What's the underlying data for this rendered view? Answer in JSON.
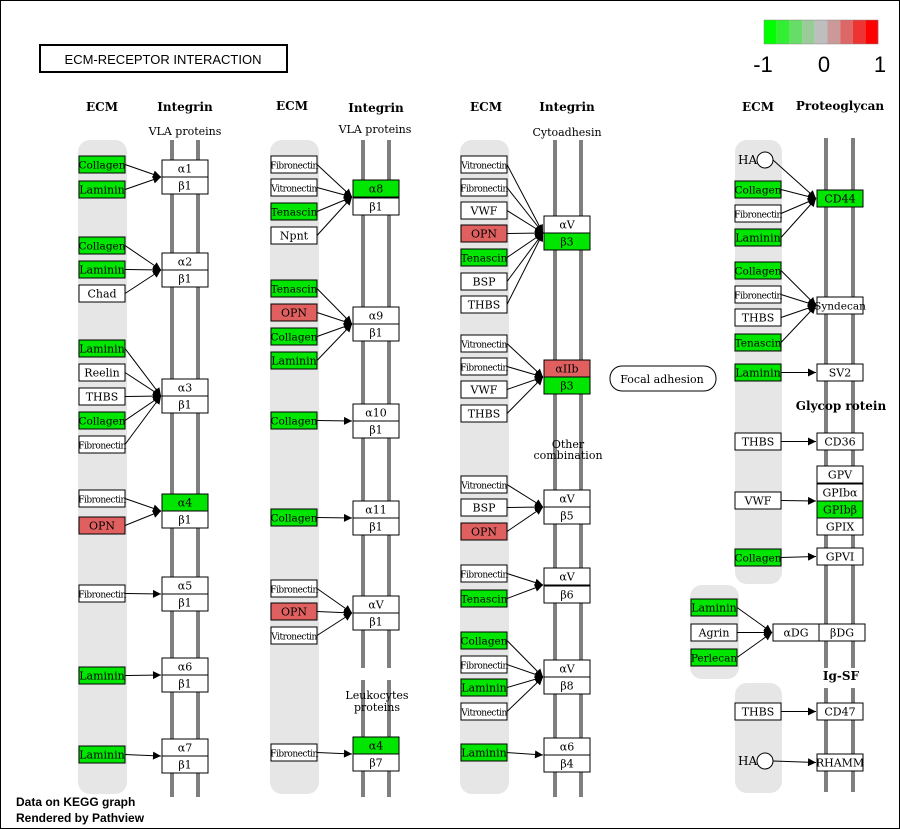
{
  "title": "ECM-RECEPTOR INTERACTION",
  "legend": {
    "min_label": "-1",
    "mid_label": "0",
    "max_label": "1",
    "colors": [
      "#00ff00",
      "#33ee33",
      "#66dd66",
      "#99cc99",
      "#bebebe",
      "#cc9999",
      "#dd6666",
      "#ee3333",
      "#ff0000"
    ]
  },
  "colors": {
    "down": "#00e600",
    "up": "#e06060",
    "neutral": "#ffffff",
    "background_panel": "#e6e6e6",
    "membrane": "#7f7f7f"
  },
  "headers": {
    "ecm": "ECM",
    "integrin": "Integrin",
    "proteoglycan": "Proteoglycan",
    "glycoprotein": "Glycop rotein",
    "igsf": "Ig-SF"
  },
  "group_labels": {
    "vla1": "VLA proteins",
    "vla2": "VLA proteins",
    "cytoadhesin": "Cytoadhesin",
    "other_line1": "Other",
    "other_line2": "combination",
    "leuko_line1": "Leukocytes",
    "leuko_line2": "proteins"
  },
  "focal_adhesion": "Focal adhesion",
  "footer": {
    "line1": "Data on KEGG graph",
    "line2": "Rendered by Pathview"
  },
  "nodes": [
    {
      "id": "c1-collagen-1",
      "text": "Collagen",
      "status": "down"
    },
    {
      "id": "c1-laminin-1",
      "text": "Laminin",
      "status": "down"
    },
    {
      "id": "c1-a1",
      "text": "α1",
      "status": "neutral"
    },
    {
      "id": "c1-b1-1",
      "text": "β1",
      "status": "neutral"
    },
    {
      "id": "c1-collagen-2",
      "text": "Collagen",
      "status": "down"
    },
    {
      "id": "c1-laminin-2",
      "text": "Laminin",
      "status": "down"
    },
    {
      "id": "c1-chad",
      "text": "Chad",
      "status": "neutral"
    },
    {
      "id": "c1-a2",
      "text": "α2",
      "status": "neutral"
    },
    {
      "id": "c1-b1-2",
      "text": "β1",
      "status": "neutral"
    },
    {
      "id": "c1-laminin-3",
      "text": "Laminin",
      "status": "down"
    },
    {
      "id": "c1-reelin",
      "text": "Reelin",
      "status": "neutral"
    },
    {
      "id": "c1-thbs",
      "text": "THBS",
      "status": "neutral"
    },
    {
      "id": "c1-collagen-3",
      "text": "Collagen",
      "status": "down"
    },
    {
      "id": "c1-fibronectin-1",
      "text": "Fibronectin",
      "status": "neutral"
    },
    {
      "id": "c1-a3",
      "text": "α3",
      "status": "neutral"
    },
    {
      "id": "c1-b1-3",
      "text": "β1",
      "status": "neutral"
    },
    {
      "id": "c1-fibronectin-2",
      "text": "Fibronectin",
      "status": "neutral"
    },
    {
      "id": "c1-opn",
      "text": "OPN",
      "status": "up"
    },
    {
      "id": "c1-a4",
      "text": "α4",
      "status": "down"
    },
    {
      "id": "c1-b1-4",
      "text": "β1",
      "status": "neutral"
    },
    {
      "id": "c1-fibronectin-3",
      "text": "Fibronectin",
      "status": "neutral"
    },
    {
      "id": "c1-a5",
      "text": "α5",
      "status": "neutral"
    },
    {
      "id": "c1-b1-5",
      "text": "β1",
      "status": "neutral"
    },
    {
      "id": "c1-laminin-4",
      "text": "Laminin",
      "status": "down"
    },
    {
      "id": "c1-a6",
      "text": "α6",
      "status": "neutral"
    },
    {
      "id": "c1-b1-6",
      "text": "β1",
      "status": "neutral"
    },
    {
      "id": "c1-laminin-5",
      "text": "Laminin",
      "status": "down"
    },
    {
      "id": "c1-a7",
      "text": "α7",
      "status": "neutral"
    },
    {
      "id": "c1-b1-7",
      "text": "β1",
      "status": "neutral"
    },
    {
      "id": "c2-fibronectin-1",
      "text": "Fibronectin",
      "status": "neutral"
    },
    {
      "id": "c2-vitronectin-1",
      "text": "Vitronectin",
      "status": "neutral"
    },
    {
      "id": "c2-tenascin-1",
      "text": "Tenascin",
      "status": "down"
    },
    {
      "id": "c2-npnt",
      "text": "Npnt",
      "status": "neutral"
    },
    {
      "id": "c2-a8",
      "text": "α8",
      "status": "down"
    },
    {
      "id": "c2-b1-1",
      "text": "β1",
      "status": "neutral"
    },
    {
      "id": "c2-tenascin-2",
      "text": "Tenascin",
      "status": "down"
    },
    {
      "id": "c2-opn-1",
      "text": "OPN",
      "status": "up"
    },
    {
      "id": "c2-collagen-1",
      "text": "Collagen",
      "status": "down"
    },
    {
      "id": "c2-laminin-1",
      "text": "Laminin",
      "status": "down"
    },
    {
      "id": "c2-a9",
      "text": "α9",
      "status": "neutral"
    },
    {
      "id": "c2-b1-2",
      "text": "β1",
      "status": "neutral"
    },
    {
      "id": "c2-collagen-2",
      "text": "Collagen",
      "status": "down"
    },
    {
      "id": "c2-a10",
      "text": "α10",
      "status": "neutral"
    },
    {
      "id": "c2-b1-3",
      "text": "β1",
      "status": "neutral"
    },
    {
      "id": "c2-collagen-3",
      "text": "Collagen",
      "status": "down"
    },
    {
      "id": "c2-a11",
      "text": "α11",
      "status": "neutral"
    },
    {
      "id": "c2-b1-4",
      "text": "β1",
      "status": "neutral"
    },
    {
      "id": "c2-fibronectin-2",
      "text": "Fibronectin",
      "status": "neutral"
    },
    {
      "id": "c2-opn-2",
      "text": "OPN",
      "status": "up"
    },
    {
      "id": "c2-vitronectin-2",
      "text": "Vitronectin",
      "status": "neutral"
    },
    {
      "id": "c2-av",
      "text": "αV",
      "status": "neutral"
    },
    {
      "id": "c2-b1-5",
      "text": "β1",
      "status": "neutral"
    },
    {
      "id": "c2-fibronectin-3",
      "text": "Fibronectin",
      "status": "neutral"
    },
    {
      "id": "c2-a4",
      "text": "α4",
      "status": "down"
    },
    {
      "id": "c2-b7",
      "text": "β7",
      "status": "neutral"
    },
    {
      "id": "c3-vitronectin-1",
      "text": "Vitronectin",
      "status": "neutral"
    },
    {
      "id": "c3-fibronectin-1",
      "text": "Fibronectin",
      "status": "neutral"
    },
    {
      "id": "c3-vwf-1",
      "text": "VWF",
      "status": "neutral"
    },
    {
      "id": "c3-opn-1",
      "text": "OPN",
      "status": "up"
    },
    {
      "id": "c3-tenascin-1",
      "text": "Tenascin",
      "status": "down"
    },
    {
      "id": "c3-bsp-1",
      "text": "BSP",
      "status": "neutral"
    },
    {
      "id": "c3-thbs-1",
      "text": "THBS",
      "status": "neutral"
    },
    {
      "id": "c3-av-1",
      "text": "αV",
      "status": "neutral"
    },
    {
      "id": "c3-b3-1",
      "text": "β3",
      "status": "down"
    },
    {
      "id": "c3-vitronectin-2",
      "text": "Vitronectin",
      "status": "neutral"
    },
    {
      "id": "c3-fibronectin-2",
      "text": "Fibronectin",
      "status": "neutral"
    },
    {
      "id": "c3-vwf-2",
      "text": "VWF",
      "status": "neutral"
    },
    {
      "id": "c3-thbs-2",
      "text": "THBS",
      "status": "neutral"
    },
    {
      "id": "c3-aiib",
      "text": "αIIb",
      "status": "up"
    },
    {
      "id": "c3-b3-2",
      "text": "β3",
      "status": "down"
    },
    {
      "id": "c3-vitronectin-3",
      "text": "Vitronectin",
      "status": "neutral"
    },
    {
      "id": "c3-bsp-2",
      "text": "BSP",
      "status": "neutral"
    },
    {
      "id": "c3-opn-2",
      "text": "OPN",
      "status": "up"
    },
    {
      "id": "c3-av-2",
      "text": "αV",
      "status": "neutral"
    },
    {
      "id": "c3-b5",
      "text": "β5",
      "status": "neutral"
    },
    {
      "id": "c3-fibronectin-3",
      "text": "Fibronectin",
      "status": "neutral"
    },
    {
      "id": "c3-tenascin-2",
      "text": "Tenascin",
      "status": "down"
    },
    {
      "id": "c3-av-3",
      "text": "αV",
      "status": "neutral"
    },
    {
      "id": "c3-b6",
      "text": "β6",
      "status": "neutral"
    },
    {
      "id": "c3-collagen",
      "text": "Collagen",
      "status": "down"
    },
    {
      "id": "c3-fibronectin-4",
      "text": "Fibronectin",
      "status": "neutral"
    },
    {
      "id": "c3-laminin-1",
      "text": "Laminin",
      "status": "down"
    },
    {
      "id": "c3-vitronectin-4",
      "text": "Vitronectin",
      "status": "neutral"
    },
    {
      "id": "c3-av-4",
      "text": "αV",
      "status": "neutral"
    },
    {
      "id": "c3-b8",
      "text": "β8",
      "status": "neutral"
    },
    {
      "id": "c3-laminin-2",
      "text": "Laminin",
      "status": "down"
    },
    {
      "id": "c3-a6",
      "text": "α6",
      "status": "neutral"
    },
    {
      "id": "c3-b4",
      "text": "β4",
      "status": "neutral"
    },
    {
      "id": "c4-ha-1",
      "text": "HA",
      "status": "none"
    },
    {
      "id": "c4-collagen-1",
      "text": "Collagen",
      "status": "down"
    },
    {
      "id": "c4-fibronectin-1",
      "text": "Fibronectin",
      "status": "neutral"
    },
    {
      "id": "c4-laminin-1",
      "text": "Laminin",
      "status": "down"
    },
    {
      "id": "c4-cd44",
      "text": "CD44",
      "status": "down"
    },
    {
      "id": "c4-collagen-2",
      "text": "Collagen",
      "status": "down"
    },
    {
      "id": "c4-fibronectin-2",
      "text": "Fibronectin",
      "status": "neutral"
    },
    {
      "id": "c4-thbs-1",
      "text": "THBS",
      "status": "neutral"
    },
    {
      "id": "c4-tenascin",
      "text": "Tenascin",
      "status": "down"
    },
    {
      "id": "c4-syndecan",
      "text": "Syndecan",
      "status": "neutral"
    },
    {
      "id": "c4-laminin-2",
      "text": "Laminin",
      "status": "down"
    },
    {
      "id": "c4-sv2",
      "text": "SV2",
      "status": "neutral"
    },
    {
      "id": "c4-thbs-2",
      "text": "THBS",
      "status": "neutral"
    },
    {
      "id": "c4-cd36",
      "text": "CD36",
      "status": "neutral"
    },
    {
      "id": "c4-vwf",
      "text": "VWF",
      "status": "neutral"
    },
    {
      "id": "c4-gpv",
      "text": "GPV",
      "status": "neutral"
    },
    {
      "id": "c4-gpiba",
      "text": "GPIbα",
      "status": "neutral"
    },
    {
      "id": "c4-gpibb",
      "text": "GPIbβ",
      "status": "down"
    },
    {
      "id": "c4-gpix",
      "text": "GPIX",
      "status": "neutral"
    },
    {
      "id": "c4-collagen-3",
      "text": "Collagen",
      "status": "down"
    },
    {
      "id": "c4-gpvi",
      "text": "GPVI",
      "status": "neutral"
    },
    {
      "id": "c4-laminin-3",
      "text": "Laminin",
      "status": "down"
    },
    {
      "id": "c4-agrin",
      "text": "Agrin",
      "status": "neutral"
    },
    {
      "id": "c4-perlecan",
      "text": "Perlecan",
      "status": "down"
    },
    {
      "id": "c4-adg",
      "text": "αDG",
      "status": "neutral"
    },
    {
      "id": "c4-bdg",
      "text": "βDG",
      "status": "neutral"
    },
    {
      "id": "c4-thbs-3",
      "text": "THBS",
      "status": "neutral"
    },
    {
      "id": "c4-cd47",
      "text": "CD47",
      "status": "neutral"
    },
    {
      "id": "c4-ha-2",
      "text": "HA",
      "status": "none"
    },
    {
      "id": "c4-rhamm",
      "text": "RHAMM",
      "status": "neutral"
    }
  ]
}
